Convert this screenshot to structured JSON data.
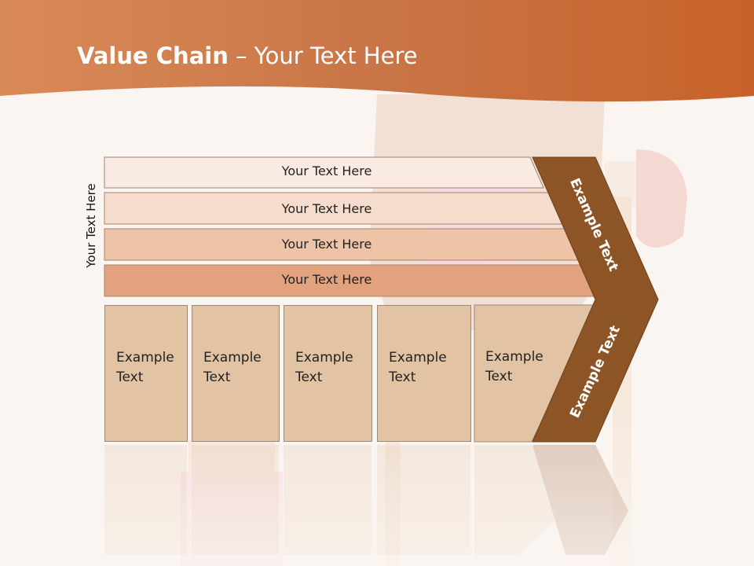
{
  "title": {
    "bold": "Value Chain",
    "rest": " – Your Text Here"
  },
  "side_label": "Your Text Here",
  "bars": [
    {
      "label": "Your Text Here",
      "color": "#f9ebe3"
    },
    {
      "label": "Your Text Here",
      "color": "#f6dccd"
    },
    {
      "label": "Your Text Here",
      "color": "#eec4a8"
    },
    {
      "label": "Your Text Here",
      "color": "#e3a27e"
    }
  ],
  "boxes": [
    {
      "line1": "Example",
      "line2": "Text"
    },
    {
      "line1": "Example",
      "line2": "Text"
    },
    {
      "line1": "Example",
      "line2": "Text"
    },
    {
      "line1": "Example",
      "line2": "Text"
    },
    {
      "line1": "Example",
      "line2": "Text"
    }
  ],
  "chevron": {
    "upper_label": "Example Text",
    "lower_label": "Example Text",
    "color": "#8d5526"
  },
  "colors": {
    "header": "#c96a33",
    "background": "#fbf5f1",
    "box": "#e2c4a5"
  }
}
